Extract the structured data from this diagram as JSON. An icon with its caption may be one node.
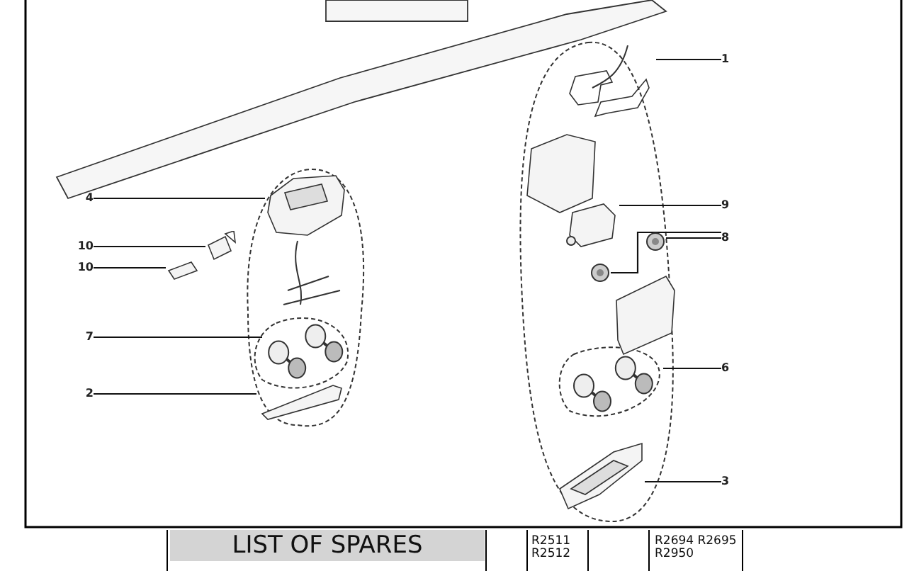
{
  "diagram": {
    "nodes": [
      {
        "text": [
          "1"
        ]
      },
      {
        "text": [],
        "shape": "picture"
      },
      {
        "text": [
          "4"
        ]
      },
      {
        "text": [],
        "shape": "picture"
      },
      {
        "text": [
          "9"
        ]
      },
      {
        "text": [],
        "shape": "picture"
      },
      {
        "text": [
          "8"
        ]
      },
      {
        "text": [],
        "shape": "picture"
      },
      {
        "text": [],
        "shape": "picture"
      },
      {
        "text": [
          "10"
        ]
      },
      {
        "text": [],
        "shape": "picture"
      },
      {
        "text": [
          "10"
        ]
      },
      {
        "text": [],
        "shape": "picture"
      },
      {
        "text": [
          "7"
        ]
      },
      {
        "text": [],
        "shape": "picture"
      },
      {
        "text": [
          "6"
        ]
      },
      {
        "text": [],
        "shape": "picture"
      },
      {
        "text": [
          "2"
        ]
      },
      {
        "text": [],
        "shape": "picture"
      },
      {
        "text": [
          "3"
        ]
      },
      {
        "text": [],
        "shape": "picture"
      }
    ],
    "edges": [
      {
        "from": 0,
        "to": 1,
        "arrow": "none"
      },
      {
        "from": 2,
        "to": 3,
        "arrow": "none"
      },
      {
        "from": 4,
        "to": 5,
        "arrow": "none"
      },
      {
        "from": 6,
        "to": 7,
        "arrow": "none"
      },
      {
        "from": 6,
        "to": 8,
        "arrow": "none"
      },
      {
        "from": 9,
        "to": 10,
        "arrow": "none"
      },
      {
        "from": 11,
        "to": 12,
        "arrow": "none"
      },
      {
        "from": 13,
        "to": 14,
        "arrow": "none"
      },
      {
        "from": 15,
        "to": 16,
        "arrow": "none"
      },
      {
        "from": 17,
        "to": 18,
        "arrow": "none"
      },
      {
        "from": 19,
        "to": 20,
        "arrow": "none"
      }
    ],
    "labels": [
      "LIST OF SPARES",
      "R2511",
      "R2512",
      "R2694 R2695",
      "R2950"
    ]
  }
}
